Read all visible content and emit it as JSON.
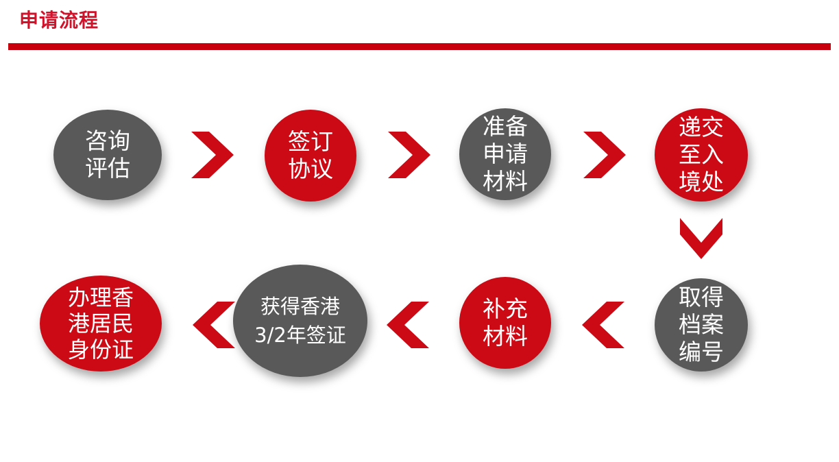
{
  "header": {
    "title": "申请流程"
  },
  "steps": [
    {
      "text": "咨询\n评估",
      "color": "gray"
    },
    {
      "text": "签订\n协议",
      "color": "red"
    },
    {
      "text": "准备\n申请\n材料",
      "color": "gray"
    },
    {
      "text": "递交\n至入\n境处",
      "color": "red"
    },
    {
      "text": "取得\n档案\n编号",
      "color": "gray"
    },
    {
      "text": "补充\n材料",
      "color": "red"
    },
    {
      "text": "获得香港\n 3/2年签证",
      "color": "gray"
    },
    {
      "text": "办理香\n港居民\n身份证",
      "color": "red"
    }
  ],
  "colors": {
    "accent": "#cc0a16",
    "gray": "#595959"
  },
  "arrows": [
    "chevron-right-icon",
    "chevron-right-icon",
    "chevron-right-icon",
    "chevron-down-icon",
    "chevron-left-icon",
    "chevron-left-icon",
    "chevron-left-icon"
  ]
}
